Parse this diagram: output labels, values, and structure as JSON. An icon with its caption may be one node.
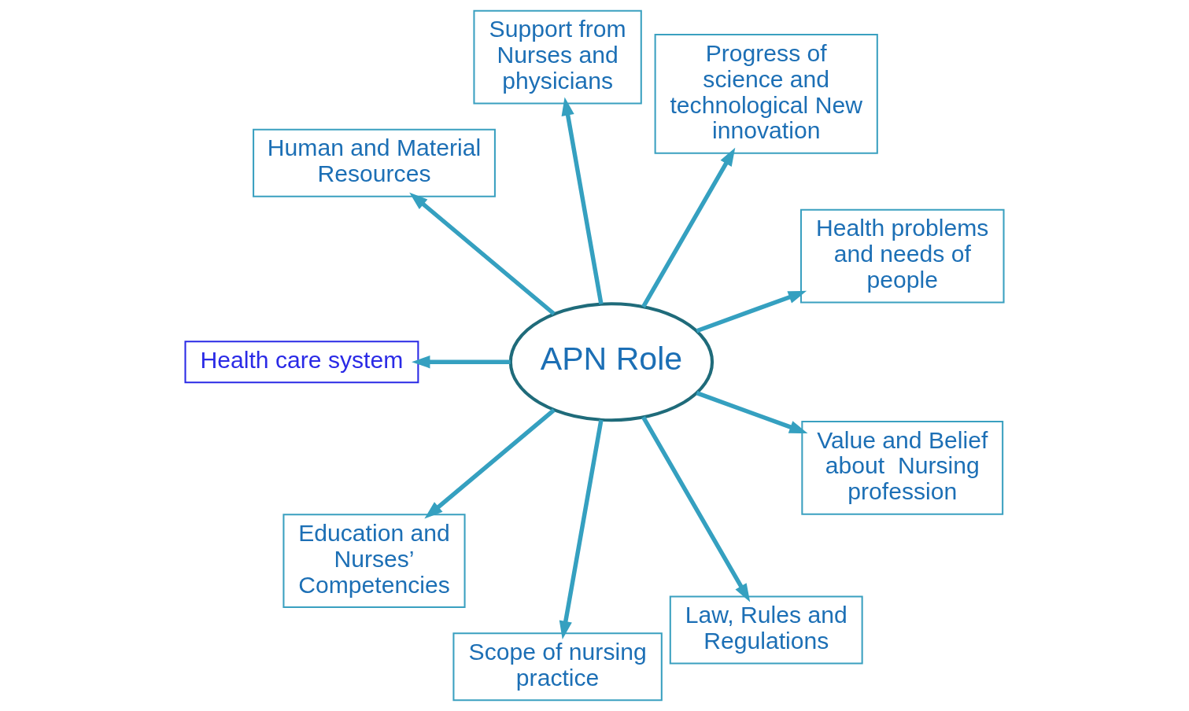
{
  "diagram": {
    "nodes": [
      {
        "text": [
          "APN Role"
        ]
      },
      {
        "text": [
          "Health problems and needs of people"
        ]
      },
      {
        "text": [
          "Progress of science and technological New innovation"
        ]
      },
      {
        "text": [
          "Support from Nurses and physicians"
        ]
      },
      {
        "text": [
          "Human and Material Resources"
        ]
      },
      {
        "text": [
          "Health care system"
        ]
      },
      {
        "text": [
          "Education and Nurses’ Competencies"
        ]
      },
      {
        "text": [
          "Scope of nursing practice"
        ]
      },
      {
        "text": [
          "Law, Rules and Regulations"
        ]
      },
      {
        "text": [
          "Value and Belief about  Nursing profession"
        ]
      }
    ],
    "edges": [
      {
        "from": 0,
        "to": 1,
        "arrow": "to"
      },
      {
        "from": 0,
        "to": 2,
        "arrow": "to"
      },
      {
        "from": 0,
        "to": 5,
        "arrow": "to"
      },
      {
        "from": 0,
        "to": 7,
        "arrow": "to"
      },
      {
        "from": 0,
        "to": 9,
        "arrow": "to"
      },
      {
        "from": 0,
        "to": 8,
        "arrow": "to"
      },
      {
        "from": 0,
        "to": 6,
        "arrow": "to"
      },
      {
        "from": 0,
        "to": 4,
        "arrow": "to"
      },
      {
        "from": 0,
        "to": 3,
        "arrow": "to"
      }
    ]
  }
}
